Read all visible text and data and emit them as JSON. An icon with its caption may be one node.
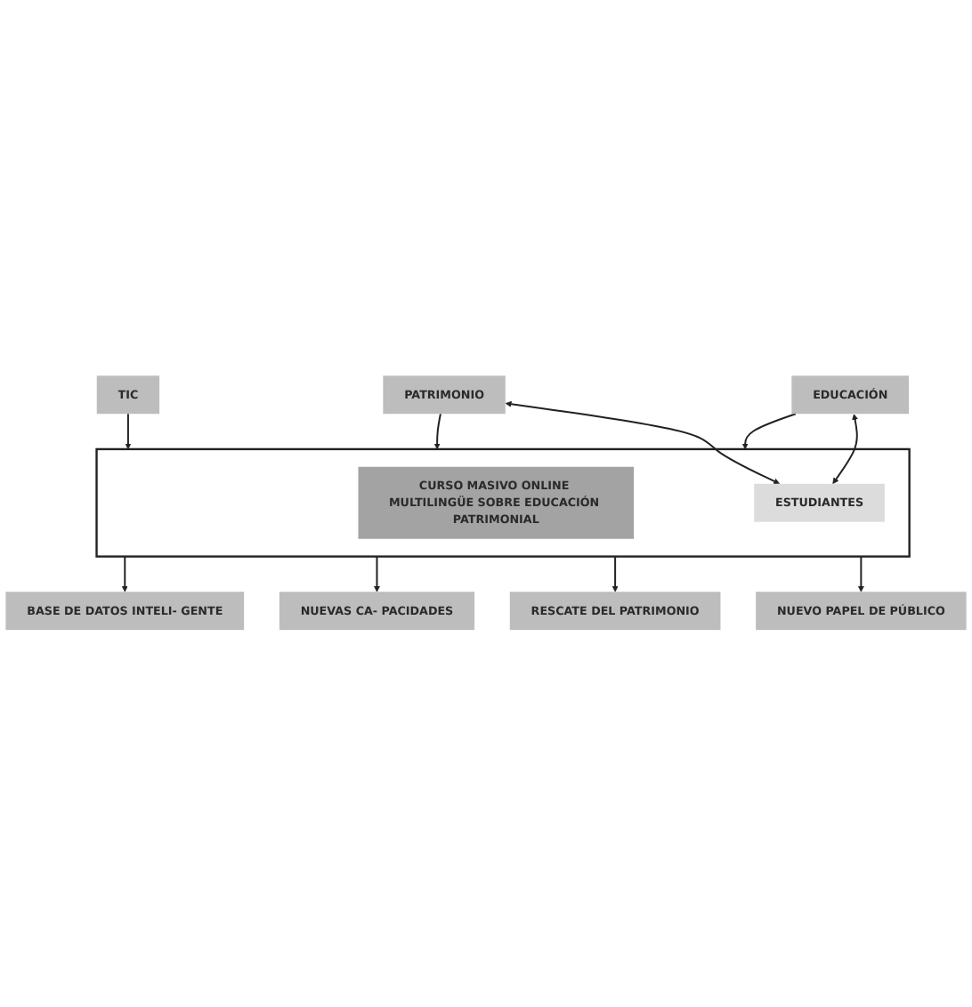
{
  "diagram": {
    "nodes": [
      {
        "text": [
          "EDUCACIÓN"
        ]
      },
      {
        "text": [
          "TIC"
        ]
      },
      {
        "text": [
          "PATRIMONIO"
        ]
      },
      {
        "text": [],
        "shape": "box"
      },
      {
        "text": [
          "CURSO MASIVO ONLINE MULTILINGÜE SOBRE EDUCACIÓN PATRIMONIAL"
        ],
        "in": 3
      },
      {
        "text": [
          "ESTUDIANTES"
        ],
        "in": 3
      },
      {
        "text": [
          "NUEVO PAPEL DE PÚBLICO"
        ]
      },
      {
        "text": [
          "RESCATE DEL PATRIMONIO"
        ]
      },
      {
        "text": [
          "NUEVAS CA- PACIDADES"
        ]
      },
      {
        "text": [
          "BASE DE DATOS INTELI- GENTE"
        ]
      }
    ],
    "edges": [
      {
        "from": 0,
        "to": 3,
        "arrow": "to"
      },
      {
        "from": 1,
        "to": 3,
        "arrow": "to"
      },
      {
        "from": 2,
        "to": 3,
        "arrow": "to"
      },
      {
        "from": 0,
        "to": 5,
        "arrow": "both"
      },
      {
        "from": 2,
        "to": 5,
        "arrow": "both"
      },
      {
        "from": 3,
        "to": 6,
        "arrow": "to"
      },
      {
        "from": 3,
        "to": 7,
        "arrow": "to"
      },
      {
        "from": 3,
        "to": 8,
        "arrow": "to"
      },
      {
        "from": 3,
        "to": 9,
        "arrow": "to"
      }
    ]
  }
}
